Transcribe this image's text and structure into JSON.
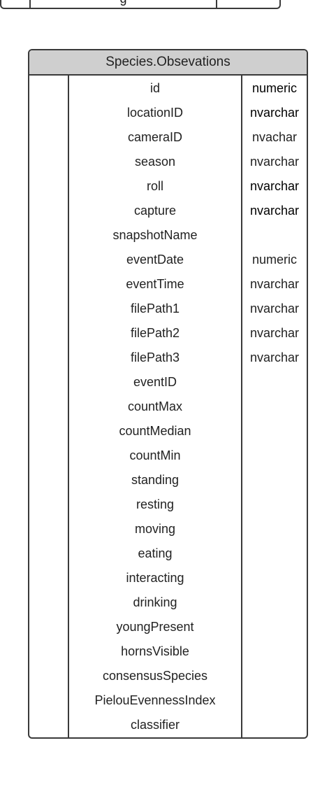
{
  "top_fragment": {
    "text": "g"
  },
  "entity": {
    "title": "Species.Obsevations",
    "fields": [
      {
        "name": "id",
        "type": "numeric",
        "type_dark": true
      },
      {
        "name": "locationID",
        "type": "nvarchar",
        "type_dark": true
      },
      {
        "name": "cameraID",
        "type": "nvachar",
        "type_dark": false
      },
      {
        "name": "season",
        "type": "nvarchar",
        "type_dark": false
      },
      {
        "name": "roll",
        "type": "nvarchar",
        "type_dark": true
      },
      {
        "name": "capture",
        "type": "nvarchar",
        "type_dark": true
      },
      {
        "name": "snapshotName",
        "type": "",
        "type_dark": false
      },
      {
        "name": "eventDate",
        "type": "numeric",
        "type_dark": false
      },
      {
        "name": "eventTime",
        "type": "nvarchar",
        "type_dark": false
      },
      {
        "name": "filePath1",
        "type": "nvarchar",
        "type_dark": false
      },
      {
        "name": "filePath2",
        "type": "nvarchar",
        "type_dark": false
      },
      {
        "name": "filePath3",
        "type": "nvarchar",
        "type_dark": false
      },
      {
        "name": "eventID",
        "type": "",
        "type_dark": false
      },
      {
        "name": "countMax",
        "type": "",
        "type_dark": false
      },
      {
        "name": "countMedian",
        "type": "",
        "type_dark": false
      },
      {
        "name": "countMin",
        "type": "",
        "type_dark": false
      },
      {
        "name": "standing",
        "type": "",
        "type_dark": false
      },
      {
        "name": "resting",
        "type": "",
        "type_dark": false
      },
      {
        "name": "moving",
        "type": "",
        "type_dark": false
      },
      {
        "name": "eating",
        "type": "",
        "type_dark": false
      },
      {
        "name": "interacting",
        "type": "",
        "type_dark": false
      },
      {
        "name": "drinking",
        "type": "",
        "type_dark": false
      },
      {
        "name": "youngPresent",
        "type": "",
        "type_dark": false
      },
      {
        "name": "hornsVisible",
        "type": "",
        "type_dark": false
      },
      {
        "name": "consensusSpecies",
        "type": "",
        "type_dark": false
      },
      {
        "name": "PielouEvennessIndex",
        "type": "",
        "type_dark": false
      },
      {
        "name": "classifier",
        "type": "",
        "type_dark": false
      }
    ]
  },
  "colors": {
    "header_fill": "#cfcfcf",
    "border": "#3a3a3a",
    "background": "#ffffff"
  }
}
